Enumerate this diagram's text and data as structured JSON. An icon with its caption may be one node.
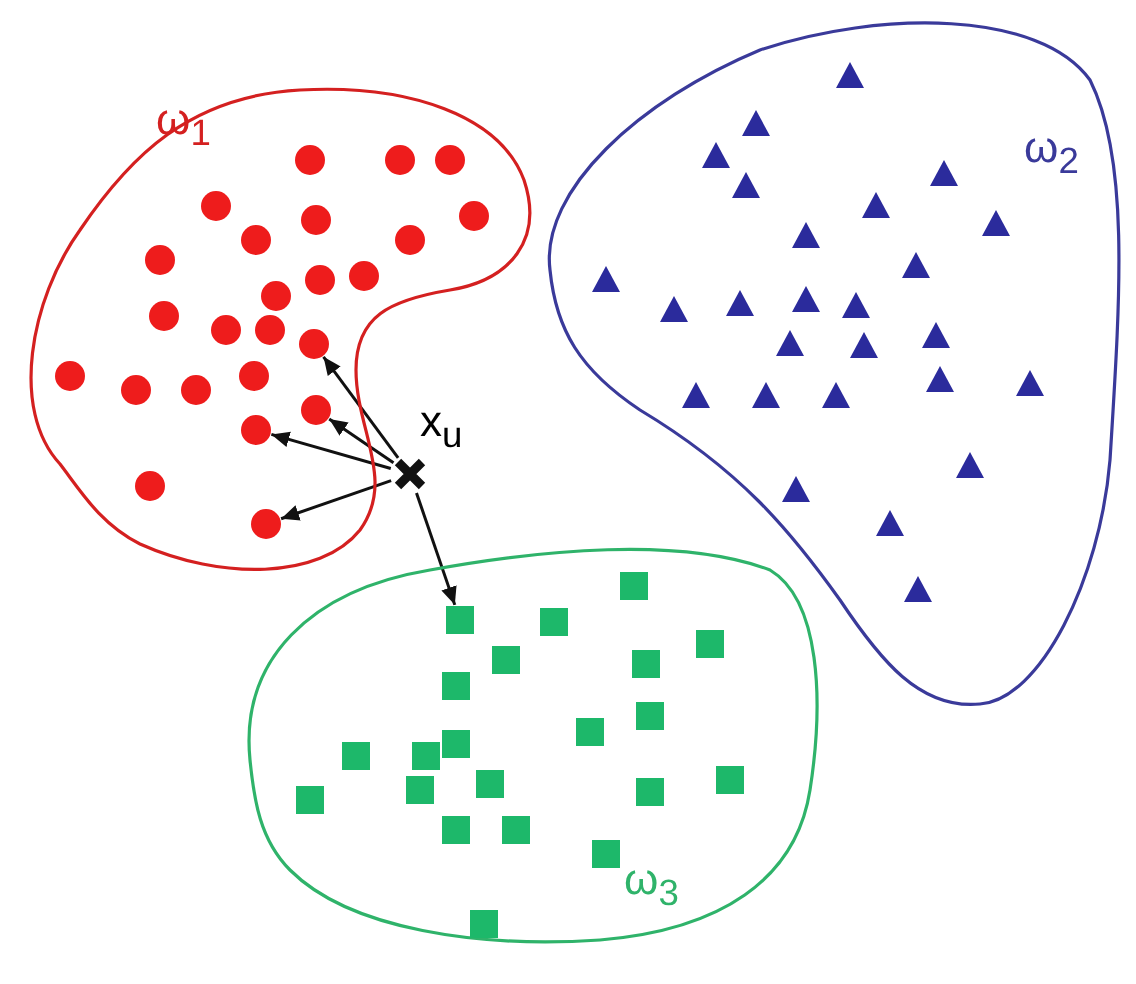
{
  "diagram": {
    "nodes": [
      {
        "text": [
          "ω$_{1}$"
        ]
      },
      {
        "text": [],
        "shape": "circle",
        "in": 0
      },
      {
        "text": [],
        "shape": "circle",
        "in": 0
      },
      {
        "text": [],
        "shape": "circle",
        "in": 0
      },
      {
        "text": [],
        "shape": "circle",
        "in": 0
      },
      {
        "text": [],
        "shape": "circle",
        "in": 0
      },
      {
        "text": [],
        "shape": "circle",
        "in": 0
      },
      {
        "text": [],
        "shape": "circle",
        "in": 0
      },
      {
        "text": [],
        "shape": "circle",
        "in": 0
      },
      {
        "text": [],
        "shape": "circle",
        "in": 0
      },
      {
        "text": [],
        "shape": "circle",
        "in": 0
      },
      {
        "text": [],
        "shape": "circle",
        "in": 0
      },
      {
        "text": [],
        "shape": "circle",
        "in": 0
      },
      {
        "text": [],
        "shape": "circle",
        "in": 0
      },
      {
        "text": [],
        "shape": "circle",
        "in": 0
      },
      {
        "text": [],
        "shape": "circle",
        "in": 0
      },
      {
        "text": [],
        "shape": "circle",
        "in": 0
      },
      {
        "text": [],
        "shape": "circle",
        "in": 0
      },
      {
        "text": [],
        "shape": "circle",
        "in": 0
      },
      {
        "text": [],
        "shape": "circle",
        "in": 0
      },
      {
        "text": [],
        "shape": "circle",
        "in": 0
      },
      {
        "text": [],
        "shape": "circle",
        "in": 0
      },
      {
        "text": [],
        "shape": "circle",
        "in": 0
      },
      {
        "text": [],
        "shape": "circle",
        "in": 0
      },
      {
        "text": [],
        "shape": "circle",
        "in": 0
      },
      {
        "text": [
          "x$_{u}$"
        ]
      },
      {
        "text": [
          "ω$_{2}$"
        ]
      },
      {
        "text": [],
        "shape": "triangle",
        "in": 26
      },
      {
        "text": [],
        "shape": "triangle",
        "in": 26
      },
      {
        "text": [],
        "shape": "triangle",
        "in": 26
      },
      {
        "text": [],
        "shape": "triangle",
        "in": 26
      },
      {
        "text": [],
        "shape": "triangle",
        "in": 26
      },
      {
        "text": [],
        "shape": "triangle",
        "in": 26
      },
      {
        "text": [],
        "shape": "triangle",
        "in": 26
      },
      {
        "text": [],
        "shape": "triangle",
        "in": 26
      },
      {
        "text": [],
        "shape": "triangle",
        "in": 26
      },
      {
        "text": [],
        "shape": "triangle",
        "in": 26
      },
      {
        "text": [],
        "shape": "triangle",
        "in": 26
      },
      {
        "text": [],
        "shape": "triangle",
        "in": 26
      },
      {
        "text": [],
        "shape": "triangle",
        "in": 26
      },
      {
        "text": [],
        "shape": "triangle",
        "in": 26
      },
      {
        "text": [],
        "shape": "triangle",
        "in": 26
      },
      {
        "text": [],
        "shape": "triangle",
        "in": 26
      },
      {
        "text": [],
        "shape": "triangle",
        "in": 26
      },
      {
        "text": [],
        "shape": "triangle",
        "in": 26
      },
      {
        "text": [],
        "shape": "triangle",
        "in": 26
      },
      {
        "text": [],
        "shape": "triangle",
        "in": 26
      },
      {
        "text": [],
        "shape": "triangle",
        "in": 26
      },
      {
        "text": [],
        "shape": "triangle",
        "in": 26
      },
      {
        "text": [],
        "shape": "triangle",
        "in": 26
      },
      {
        "text": [],
        "shape": "triangle",
        "in": 26
      },
      {
        "text": [],
        "shape": "triangle",
        "in": 26
      },
      {
        "text": [],
        "shape": "triangle",
        "in": 26
      },
      {
        "text": [
          "ω$_{3}$"
        ]
      },
      {
        "text": [],
        "shape": "box",
        "in": 53
      },
      {
        "text": [],
        "shape": "box",
        "in": 53
      },
      {
        "text": [],
        "shape": "box",
        "in": 53
      },
      {
        "text": [],
        "shape": "box",
        "in": 53
      },
      {
        "text": [],
        "shape": "box",
        "in": 53
      },
      {
        "text": [],
        "shape": "box",
        "in": 53
      },
      {
        "text": [],
        "shape": "box",
        "in": 53
      },
      {
        "text": [],
        "shape": "box",
        "in": 53
      },
      {
        "text": [],
        "shape": "box",
        "in": 53
      },
      {
        "text": [],
        "shape": "box",
        "in": 53
      },
      {
        "text": [],
        "shape": "box",
        "in": 53
      },
      {
        "text": [],
        "shape": "box",
        "in": 53
      },
      {
        "text": [],
        "shape": "box",
        "in": 53
      },
      {
        "text": [],
        "shape": "box",
        "in": 53
      },
      {
        "text": [],
        "shape": "box",
        "in": 53
      },
      {
        "text": [],
        "shape": "box",
        "in": 53
      },
      {
        "text": [],
        "shape": "box",
        "in": 53
      },
      {
        "text": [],
        "shape": "box",
        "in": 53
      },
      {
        "text": [],
        "shape": "box",
        "in": 53
      },
      {
        "text": [],
        "shape": "box",
        "in": 53
      },
      {
        "text": [],
        "shape": "box",
        "in": 53
      }
    ],
    "edges": [
      {
        "from": 25,
        "to": 16,
        "arrow": "to"
      },
      {
        "from": 25,
        "to": 21,
        "arrow": "to"
      },
      {
        "from": 25,
        "to": 22,
        "arrow": "to"
      },
      {
        "from": 25,
        "to": 24,
        "arrow": "to"
      },
      {
        "from": 25,
        "to": 55,
        "arrow": "to"
      }
    ]
  }
}
